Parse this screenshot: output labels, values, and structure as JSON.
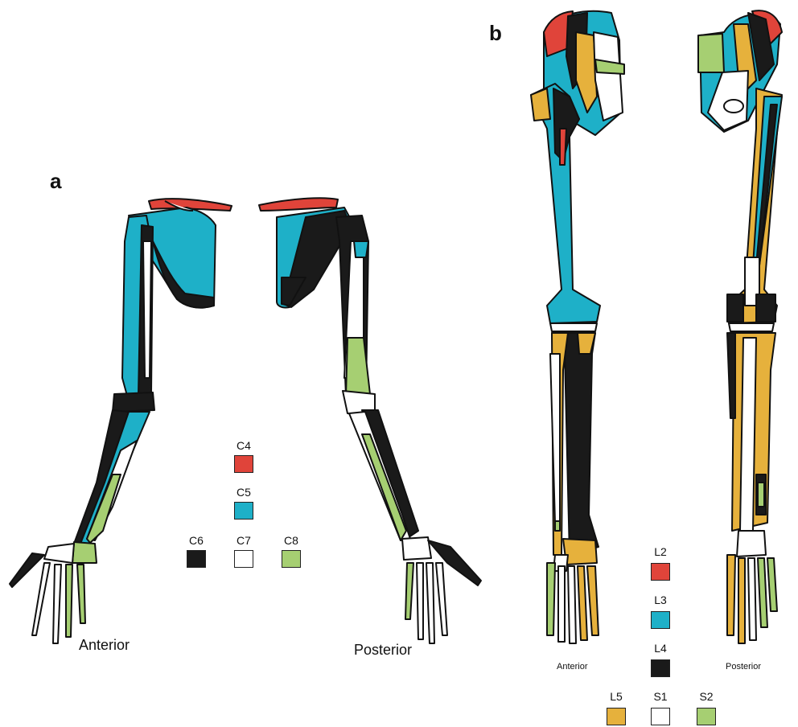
{
  "panel_a": {
    "letter": "a",
    "view_left": "Anterior",
    "view_right": "Posterior",
    "legend": [
      {
        "label": "C4",
        "color": "#e0443a"
      },
      {
        "label": "C5",
        "color": "#1eb0c8"
      },
      {
        "label": "C6",
        "color": "#1a1a1a"
      },
      {
        "label": "C7",
        "color": "#ffffff"
      },
      {
        "label": "C8",
        "color": "#a6cf72"
      }
    ]
  },
  "panel_b": {
    "letter": "b",
    "view_left": "Anterior",
    "view_right": "Posterior",
    "legend": [
      {
        "label": "L2",
        "color": "#e0443a"
      },
      {
        "label": "L3",
        "color": "#1eb0c8"
      },
      {
        "label": "L4",
        "color": "#1a1a1a"
      },
      {
        "label": "L5",
        "color": "#e6b13c"
      },
      {
        "label": "S1",
        "color": "#ffffff"
      },
      {
        "label": "S2",
        "color": "#a6cf72"
      }
    ]
  }
}
